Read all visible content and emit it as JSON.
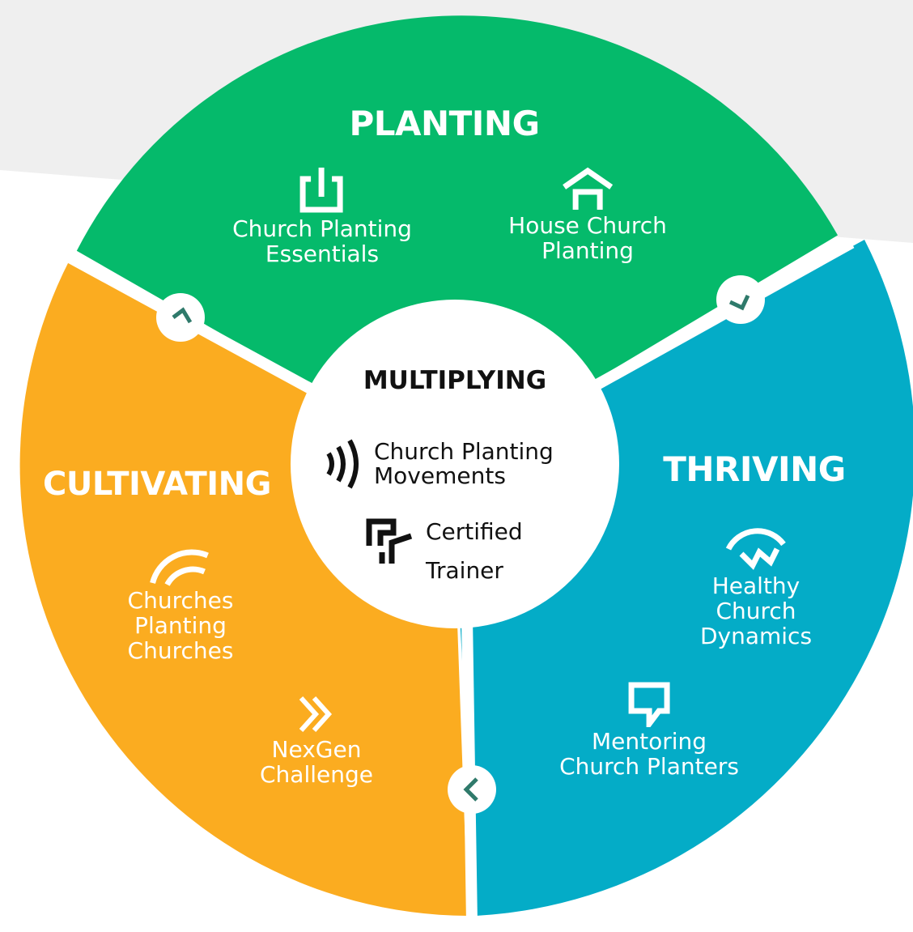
{
  "colors": {
    "planting": "#05BA6B",
    "thriving": "#04ACC7",
    "cultivating": "#FBAC20",
    "center": "#FFFFFF",
    "background_band": "#EFEFEF",
    "arrow": "#2F7A6B"
  },
  "planting": {
    "title": "PLANTING",
    "items": [
      {
        "icon": "download-box-icon",
        "label_lines": [
          "Church Planting",
          "Essentials"
        ]
      },
      {
        "icon": "house-icon",
        "label_lines": [
          "House Church",
          "Planting"
        ]
      }
    ]
  },
  "thriving": {
    "title": "THRIVING",
    "items": [
      {
        "icon": "pulse-arc-icon",
        "label_lines": [
          "Healthy Church",
          "Dynamics"
        ]
      },
      {
        "icon": "speech-bubble-icon",
        "label_lines": [
          "Mentoring",
          "Church Planters"
        ]
      }
    ]
  },
  "cultivating": {
    "title": "CULTIVATING",
    "items": [
      {
        "icon": "arcs-icon",
        "label_lines": [
          "Churches",
          "Planting",
          "Churches"
        ]
      },
      {
        "icon": "double-chevron-icon",
        "label_lines": [
          "NexGen",
          "Challenge"
        ]
      }
    ]
  },
  "multiplying": {
    "title": "MULTIPLYING",
    "items": [
      {
        "icon": "signal-waves-icon",
        "label_lines": [
          "Church Planting",
          "Movements"
        ]
      },
      {
        "icon": "trainer-logo-icon",
        "label_lines": [
          "Certified",
          "Trainer"
        ]
      }
    ]
  },
  "flow_arrows": [
    "arrow-planting-to-thriving",
    "arrow-thriving-to-cultivating",
    "arrow-cultivating-to-planting"
  ]
}
